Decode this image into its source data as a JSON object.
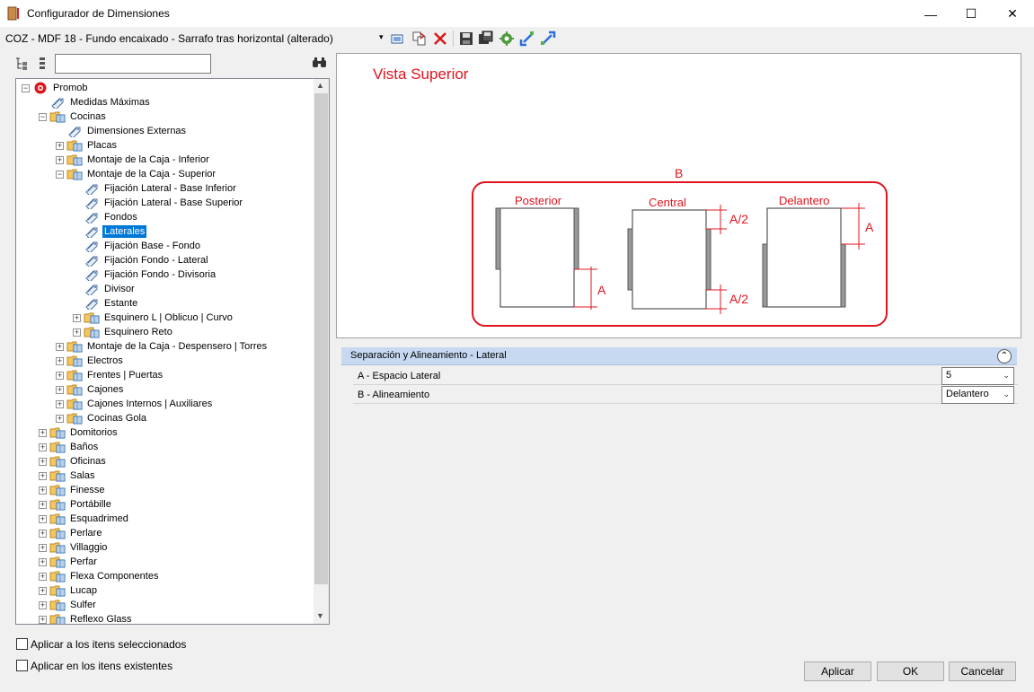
{
  "window": {
    "title": "Configurador de Dimensiones",
    "minimize": "—",
    "maximize": "☐",
    "close": "✕"
  },
  "toolbar": {
    "config_name": "COZ - MDF 18 - Fundo encaixado - Sarrafo tras horizontal (alterado)",
    "dropdown_arrow": "▾"
  },
  "tree": {
    "items": [
      {
        "label": "Promob",
        "level": 0,
        "expander": "−",
        "icon": "promob-logo-icon"
      },
      {
        "label": "Medidas Máximas",
        "level": 1,
        "expander": "",
        "icon": "tag-icon"
      },
      {
        "label": "Cocinas",
        "level": 1,
        "expander": "−",
        "icon": "folder-icon"
      },
      {
        "label": "Dimensiones Externas",
        "level": 2,
        "expander": "",
        "icon": "tag-icon"
      },
      {
        "label": "Placas",
        "level": 2,
        "expander": "+",
        "icon": "folder-icon"
      },
      {
        "label": "Montaje de la Caja - Inferior",
        "level": 2,
        "expander": "+",
        "icon": "folder-icon"
      },
      {
        "label": "Montaje de la Caja - Superior",
        "level": 2,
        "expander": "−",
        "icon": "folder-icon"
      },
      {
        "label": "Fijación Lateral - Base Inferior",
        "level": 3,
        "expander": "",
        "icon": "tag-icon"
      },
      {
        "label": "Fijación Lateral - Base Superior",
        "level": 3,
        "expander": "",
        "icon": "tag-icon"
      },
      {
        "label": "Fondos",
        "level": 3,
        "expander": "",
        "icon": "tag-icon"
      },
      {
        "label": "Laterales",
        "level": 3,
        "expander": "",
        "icon": "tag-icon",
        "selected": true
      },
      {
        "label": " Fijación Base - Fondo",
        "level": 3,
        "expander": "",
        "icon": "tag-icon"
      },
      {
        "label": "Fijación Fondo - Lateral",
        "level": 3,
        "expander": "",
        "icon": "tag-icon"
      },
      {
        "label": "Fijación Fondo - Divisoria",
        "level": 3,
        "expander": "",
        "icon": "tag-icon"
      },
      {
        "label": "Divisor",
        "level": 3,
        "expander": "",
        "icon": "tag-icon"
      },
      {
        "label": "Estante",
        "level": 3,
        "expander": "",
        "icon": "tag-icon"
      },
      {
        "label": "Esquinero L | Oblicuo | Curvo",
        "level": 3,
        "expander": "+",
        "icon": "folder-icon"
      },
      {
        "label": "Esquinero Reto",
        "level": 3,
        "expander": "+",
        "icon": "folder-icon"
      },
      {
        "label": "Montaje de la Caja - Despensero | Torres",
        "level": 2,
        "expander": "+",
        "icon": "folder-icon"
      },
      {
        "label": "Electros",
        "level": 2,
        "expander": "+",
        "icon": "folder-icon"
      },
      {
        "label": "Frentes | Puertas",
        "level": 2,
        "expander": "+",
        "icon": "folder-icon"
      },
      {
        "label": "Cajones",
        "level": 2,
        "expander": "+",
        "icon": "folder-icon"
      },
      {
        "label": "Cajones Internos | Auxiliares",
        "level": 2,
        "expander": "+",
        "icon": "folder-icon"
      },
      {
        "label": "Cocinas Gola",
        "level": 2,
        "expander": "+",
        "icon": "folder-icon"
      },
      {
        "label": "Domitorios",
        "level": 1,
        "expander": "+",
        "icon": "folder-icon"
      },
      {
        "label": "Baños",
        "level": 1,
        "expander": "+",
        "icon": "folder-icon"
      },
      {
        "label": "Oficinas",
        "level": 1,
        "expander": "+",
        "icon": "folder-icon"
      },
      {
        "label": "Salas",
        "level": 1,
        "expander": "+",
        "icon": "folder-icon"
      },
      {
        "label": "Finesse",
        "level": 1,
        "expander": "+",
        "icon": "folder-icon"
      },
      {
        "label": "Portábille",
        "level": 1,
        "expander": "+",
        "icon": "folder-icon"
      },
      {
        "label": "Esquadrimed",
        "level": 1,
        "expander": "+",
        "icon": "folder-icon"
      },
      {
        "label": "Perlare",
        "level": 1,
        "expander": "+",
        "icon": "folder-icon"
      },
      {
        "label": "Villaggio",
        "level": 1,
        "expander": "+",
        "icon": "folder-icon"
      },
      {
        "label": "Perfar",
        "level": 1,
        "expander": "+",
        "icon": "folder-icon"
      },
      {
        "label": "Flexa Componentes",
        "level": 1,
        "expander": "+",
        "icon": "folder-icon"
      },
      {
        "label": "Lucap",
        "level": 1,
        "expander": "+",
        "icon": "folder-icon"
      },
      {
        "label": "Sulfer",
        "level": 1,
        "expander": "+",
        "icon": "folder-icon"
      },
      {
        "label": "Reflexo Glass",
        "level": 1,
        "expander": "+",
        "icon": "folder-icon"
      }
    ]
  },
  "preview": {
    "title": "Vista Superior",
    "label_b": "B",
    "label_posterior": "Posterior",
    "label_central": "Central",
    "label_delantero": "Delantero",
    "label_a": "A",
    "label_a2": "A/2",
    "accent": "#e0141e"
  },
  "properties": {
    "section_title": "Separación y Alineamiento -  Lateral",
    "rows": [
      {
        "label": "A - Espacio Lateral",
        "value": "5"
      },
      {
        "label": "B - Alineamiento",
        "value": "Delantero"
      }
    ]
  },
  "options": {
    "apply_selected": "Aplicar a los itens seleccionados",
    "apply_existing": "Aplicar en los itens existentes"
  },
  "buttons": {
    "apply": "Aplicar",
    "ok": "OK",
    "cancel": "Cancelar"
  }
}
